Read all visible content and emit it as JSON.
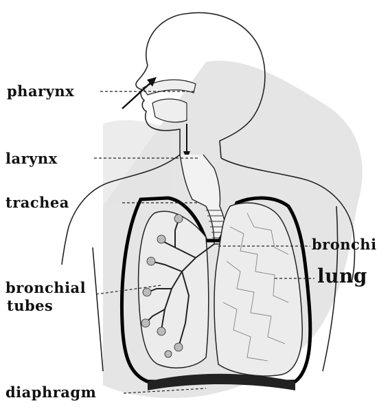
{
  "labels": {
    "pharynx": "pharynx",
    "larynx": "larynx",
    "trachea": "trachea",
    "bronchial_line1": "bronchial",
    "bronchial_line2": "tubes",
    "diaphragm": "diaphragm",
    "bronchi": "bronchi",
    "lung": "lung"
  },
  "colors": {
    "ink": "#111111",
    "shade": "#d9d9d9",
    "paper": "#ffffff",
    "lung_fill": "#ececec"
  }
}
